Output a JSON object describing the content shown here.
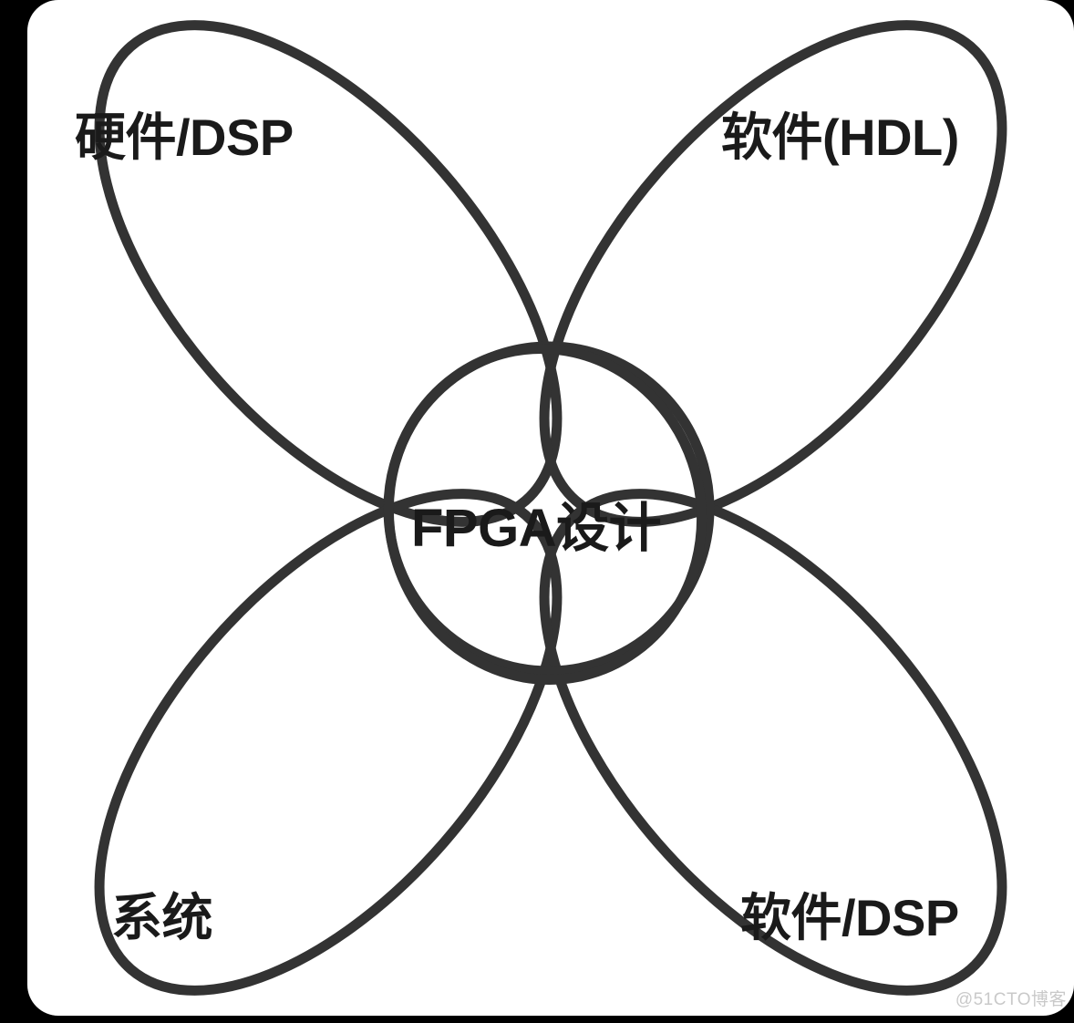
{
  "diagram": {
    "type": "venn-four-ellipse",
    "background_color": "#000000",
    "page_color": "#ffffff",
    "stroke_color": "#333333",
    "text_color": "#1a1a1a",
    "labels": {
      "top_left": "硬件/DSP",
      "top_right": "软件(HDL)",
      "bottom_left": "系统",
      "bottom_right": "软件/DSP",
      "center": "FPGA设计"
    },
    "watermark": "@51CTO博客",
    "regions": [
      {
        "id": "hardware-dsp",
        "label": "硬件/DSP",
        "position": "top-left"
      },
      {
        "id": "software-hdl",
        "label": "软件(HDL)",
        "position": "top-right"
      },
      {
        "id": "system",
        "label": "系统",
        "position": "bottom-left"
      },
      {
        "id": "software-dsp",
        "label": "软件/DSP",
        "position": "bottom-right"
      },
      {
        "id": "fpga-design",
        "label": "FPGA设计",
        "position": "center"
      }
    ]
  }
}
